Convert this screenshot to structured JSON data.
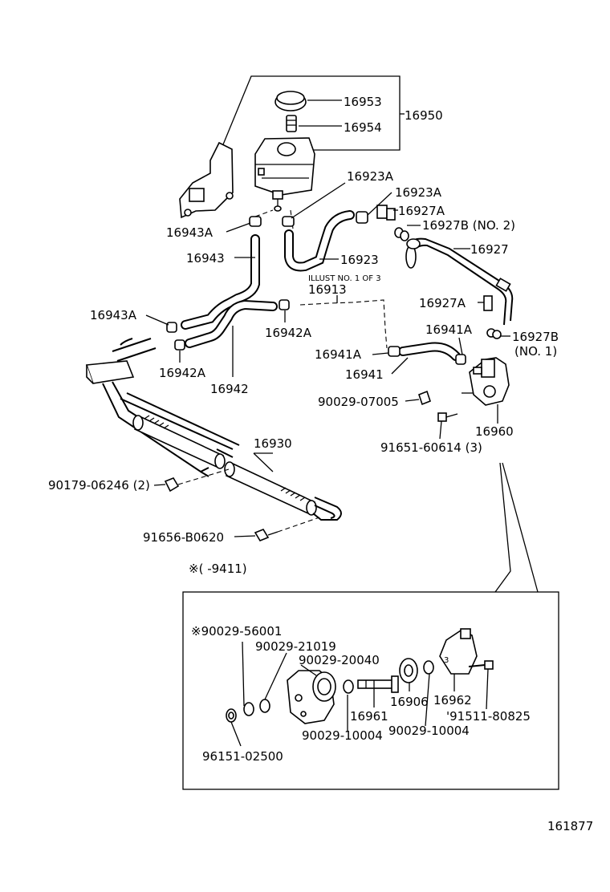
{
  "labels": {
    "p16953": "16953",
    "p16954": "16954",
    "p16950": "16950",
    "p16923A_1": "16923A",
    "p16923A_2": "16923A",
    "p16927A_1": "16927A",
    "p16927B_2": "16927B (NO. 2)",
    "p16927": "16927",
    "p16943A_top": "16943A",
    "p16943": "16943",
    "p16923": "16923",
    "illust": "ILLUST NO. 1 OF 3",
    "p16913": "16913",
    "p16943A_left": "16943A",
    "p16942A_mid": "16942A",
    "p16927A_2": "16927A",
    "p16941A_right": "16941A",
    "p16927B_1a": "16927B",
    "p16927B_1b": "(NO. 1)",
    "p16941A_left": "16941A",
    "p16942A_left": "16942A",
    "p16941": "16941",
    "p16942": "16942",
    "p90029_07005": "90029-07005",
    "p16960": "16960",
    "p91651_60614": "91651-60614 (3)",
    "p16930": "16930",
    "p90179_06246": "90179-06246 (2)",
    "p91656_B0620": "91656-B0620",
    "note": "※(          -9411)",
    "d90029_56001": "※90029-56001",
    "d90029_21019": "90029-21019",
    "d90029_20040": "90029-20040",
    "d16906": "16906",
    "d16962": "16962",
    "d16961": "16961",
    "d91511_80825": "'91511-80825",
    "d90029_10004_a": "90029-10004",
    "d90029_10004_b": "90029-10004",
    "d96151_02500": "96151-02500",
    "diagram_id": "161877"
  }
}
